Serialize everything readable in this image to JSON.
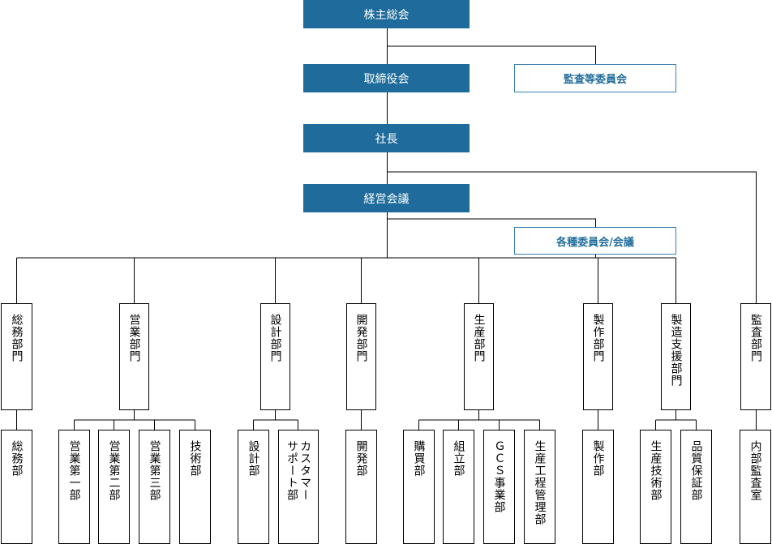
{
  "colors": {
    "top_fill": "#1f6c9c",
    "outline_border": "#3a7fb0",
    "line": "#000000"
  },
  "top": {
    "shareholders": "株主総会",
    "board": "取締役会",
    "audit_committee": "監査等委員会",
    "president": "社長",
    "management_meeting": "経営会議",
    "committees": "各種委員会/会議"
  },
  "depts": {
    "general_affairs": "総務部門",
    "sales": "営業部門",
    "design": "設計部門",
    "development": "開発部門",
    "production": "生産部門",
    "manufacturing": "製作部門",
    "manufacturing_support": "製造支援部門",
    "audit": "監査部門"
  },
  "subs": {
    "general_affairs_dept": "総務部",
    "sales_1": "営業第一部",
    "sales_2": "営業第二部",
    "sales_3": "営業第三部",
    "technical": "技術部",
    "design_dept": "設計部",
    "customer_support": "カスタマー\nサポート部",
    "development_dept": "開発部",
    "purchasing": "購買部",
    "assembly": "組立部",
    "gcs": "ＧＣＳ事業部",
    "process_mgmt": "生産工程管理部",
    "manufacturing_dept": "製作部",
    "production_tech": "生産技術部",
    "quality": "品質保証部",
    "internal_audit": "内部監査室"
  }
}
